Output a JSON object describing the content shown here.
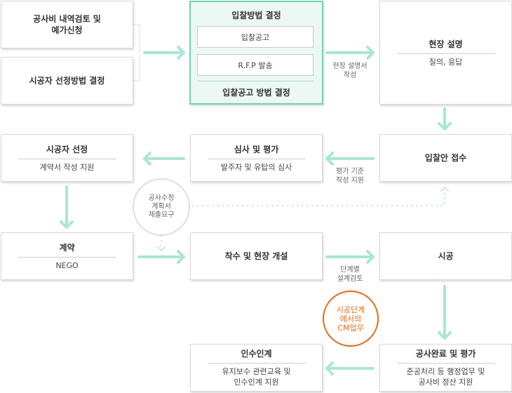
{
  "colors": {
    "arrow": "#a8e7d6",
    "dots": "#c3ece1",
    "highlight_border": "#6fd3b7",
    "highlight_bg": "#ecf8f4",
    "accent": "#e8680f"
  },
  "steps": {
    "cost_review": {
      "title": "공사비 내역검토 및\n예가신청"
    },
    "contractor_method": {
      "title": "시공자 선정방법 결정"
    },
    "bid_method": {
      "title": "입찰방법 결정",
      "items": [
        "입찰공고",
        "R.F.P 발송"
      ],
      "footer": "입찰공고 방법 결정"
    },
    "site_briefing": {
      "title": "현장 설명",
      "sub": "질의, 응답"
    },
    "bid_receipt": {
      "title": "입찰안 접수"
    },
    "review_eval": {
      "title": "심사 및 평가",
      "sub": "발주자 및 유탑의 심사"
    },
    "contractor_select": {
      "title": "시공자 선정",
      "sub": "계약서 작성 지원"
    },
    "contract": {
      "title": "계약",
      "sub": "NEGO"
    },
    "start_site": {
      "title": "착수 및 현장 개설"
    },
    "construction": {
      "title": "시공"
    },
    "completion": {
      "title": "공사완료 및 평가",
      "sub": "준공처리 등 행정업무 및\n공사비 정산 지원"
    },
    "handover": {
      "title": "인수인계",
      "sub": "유지보수 관련교육 및\n인수인계 지원"
    }
  },
  "flow_labels": {
    "briefing_doc": "현장 설명서\n작성",
    "eval_criteria": "평가 기준\n작성 지원",
    "stage_design": "단계별\n설계검토"
  },
  "circles": {
    "plan_submission": "공사수정\n계획서\n제출요구",
    "cm_stage": "시공단계\n에서의\nCM업무"
  }
}
